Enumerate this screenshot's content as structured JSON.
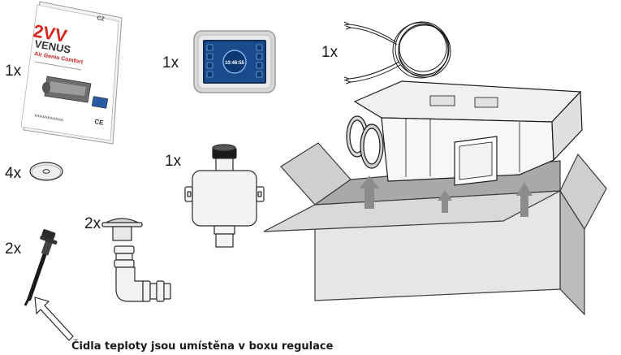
{
  "quantities": {
    "manual": "1x",
    "controller": "1x",
    "cable": "1x",
    "washers": "4x",
    "siphon": "1x",
    "plugs": "2x",
    "sensors": "2x"
  },
  "manual": {
    "brand": "2VV",
    "product": "VENUS",
    "subtitle": "Air Genio Comfort",
    "lang": "CZ",
    "marks": "CE"
  },
  "controller_display": {
    "time": "10:46:55"
  },
  "caption": "Čidla teploty jsou umístěna v boxu regulace",
  "colors": {
    "arrow": "#8c8c8c",
    "box_fill": "#d9d9d9",
    "box_line": "#3a3a3a",
    "screen": "#1a4b8c"
  }
}
